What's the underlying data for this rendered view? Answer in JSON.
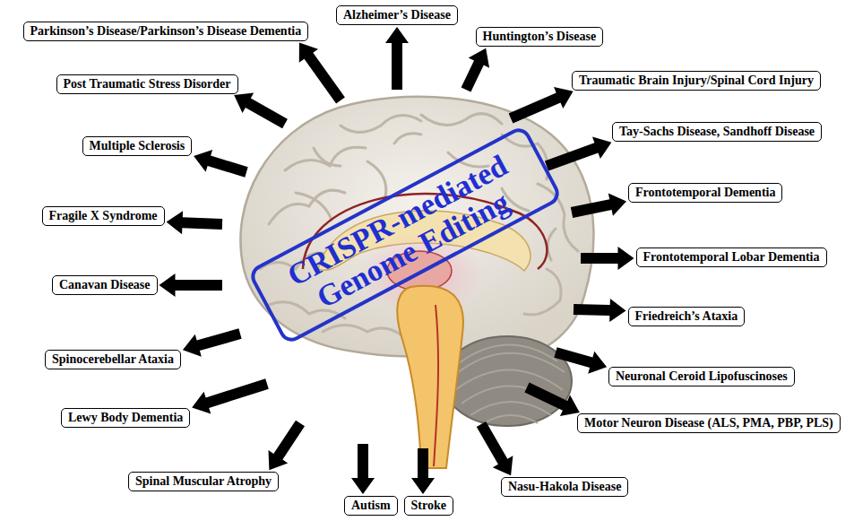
{
  "diagram": {
    "nodes": [
      {
        "text": [
          "CRISPR-mediated Genome Editing"
        ]
      },
      {
        "text": [
          "Parkinson’s Disease/Parkinson’s Disease Dementia"
        ]
      },
      {
        "text": [
          "Alzheimer’s Disease"
        ]
      },
      {
        "text": [
          "Huntington’s Disease"
        ]
      },
      {
        "text": [
          "Traumatic Brain Injury/Spinal Cord Injury"
        ]
      },
      {
        "text": [
          "Tay-Sachs Disease, Sandhoff Disease"
        ]
      },
      {
        "text": [
          "Frontotemporal Dementia"
        ]
      },
      {
        "text": [
          "Frontotemporal Lobar Dementia"
        ]
      },
      {
        "text": [
          "Friedreich’s Ataxia"
        ]
      },
      {
        "text": [
          "Neuronal Ceroid Lipofuscinoses"
        ]
      },
      {
        "text": [
          "Motor Neuron Disease (ALS, PMA, PBP, PLS)"
        ]
      },
      {
        "text": [
          "Nasu-Hakola Disease"
        ]
      },
      {
        "text": [
          "Stroke"
        ]
      },
      {
        "text": [
          "Autism"
        ]
      },
      {
        "text": [
          "Spinal Muscular Atrophy"
        ]
      },
      {
        "text": [
          "Lewy Body Dementia"
        ]
      },
      {
        "text": [
          "Spinocerebellar Ataxia"
        ]
      },
      {
        "text": [
          "Canavan Disease"
        ]
      },
      {
        "text": [
          "Fragile X Syndrome"
        ]
      },
      {
        "text": [
          "Multiple Sclerosis"
        ]
      },
      {
        "text": [
          "Post Traumatic Stress Disorder"
        ]
      }
    ],
    "edges": [
      {
        "from": 0,
        "to": 1,
        "arrow": "to"
      },
      {
        "from": 0,
        "to": 2,
        "arrow": "to"
      },
      {
        "from": 0,
        "to": 3,
        "arrow": "to"
      },
      {
        "from": 0,
        "to": 4,
        "arrow": "to"
      },
      {
        "from": 0,
        "to": 5,
        "arrow": "to"
      },
      {
        "from": 0,
        "to": 6,
        "arrow": "to"
      },
      {
        "from": 0,
        "to": 7,
        "arrow": "to"
      },
      {
        "from": 0,
        "to": 8,
        "arrow": "to"
      },
      {
        "from": 0,
        "to": 9,
        "arrow": "to"
      },
      {
        "from": 0,
        "to": 10,
        "arrow": "to"
      },
      {
        "from": 0,
        "to": 11,
        "arrow": "to"
      },
      {
        "from": 0,
        "to": 12,
        "arrow": "to"
      },
      {
        "from": 0,
        "to": 13,
        "arrow": "to"
      },
      {
        "from": 0,
        "to": 14,
        "arrow": "to"
      },
      {
        "from": 0,
        "to": 15,
        "arrow": "to"
      },
      {
        "from": 0,
        "to": 16,
        "arrow": "to"
      },
      {
        "from": 0,
        "to": 17,
        "arrow": "to"
      },
      {
        "from": 0,
        "to": 18,
        "arrow": "to"
      },
      {
        "from": 0,
        "to": 19,
        "arrow": "to"
      },
      {
        "from": 0,
        "to": 20,
        "arrow": "to"
      }
    ]
  }
}
